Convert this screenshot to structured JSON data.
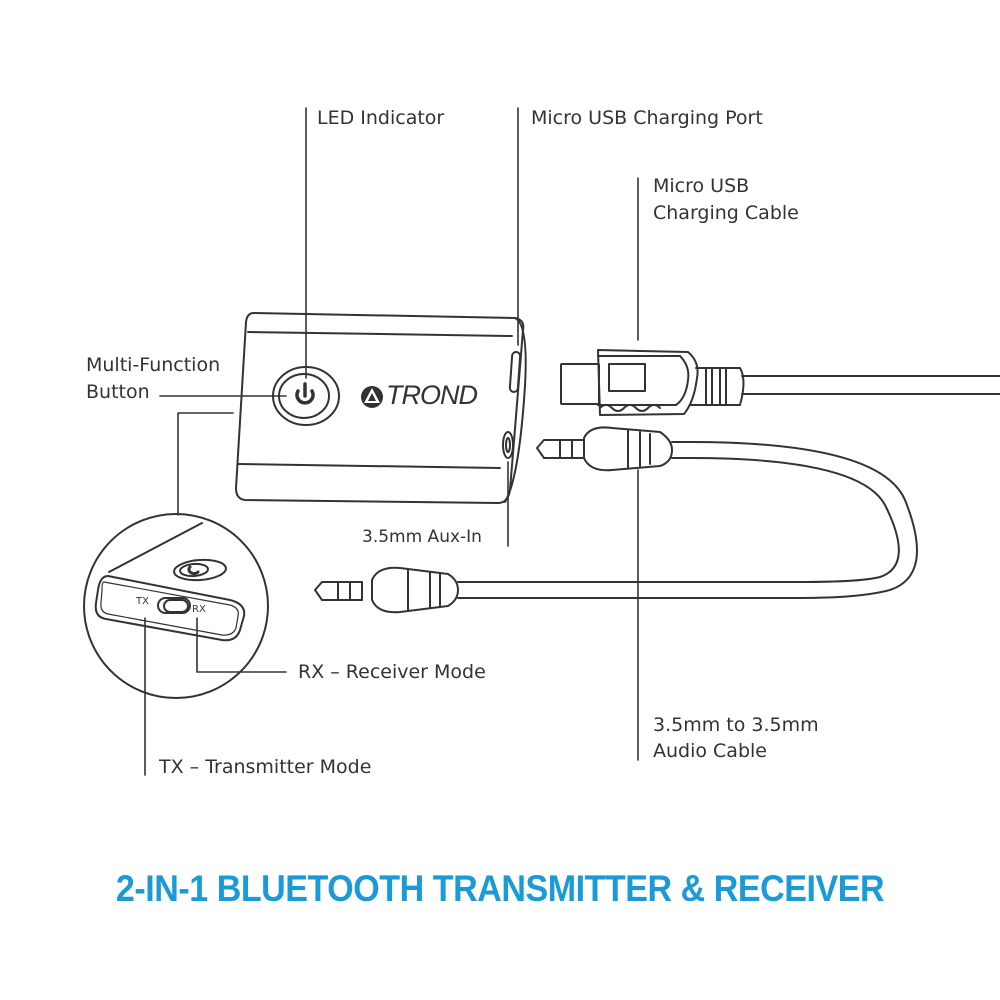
{
  "diagram": {
    "title": "2-IN-1 BLUETOOTH TRANSMITTER & RECEIVER",
    "title_color": "#1a9ad6",
    "line_color": "#333333",
    "brand": "TROND",
    "labels": {
      "led_indicator": "LED Indicator",
      "micro_usb_port": "Micro USB Charging Port",
      "micro_usb_cable_line1": "Micro USB",
      "micro_usb_cable_line2": "Charging Cable",
      "multi_function_line1": "Multi-Function",
      "multi_function_line2": "Button",
      "aux_in": "3.5mm Aux-In",
      "rx_mode": "RX – Receiver Mode",
      "tx_mode": "TX – Transmitter Mode",
      "audio_cable_line1": "3.5mm to 3.5mm",
      "audio_cable_line2": "Audio Cable"
    },
    "switch_labels": {
      "tx": "TX",
      "rx": "RX"
    },
    "icons": [
      "power-icon",
      "trond-logo-icon",
      "micro-usb-plug-icon",
      "audio-jack-plug-icon"
    ]
  }
}
